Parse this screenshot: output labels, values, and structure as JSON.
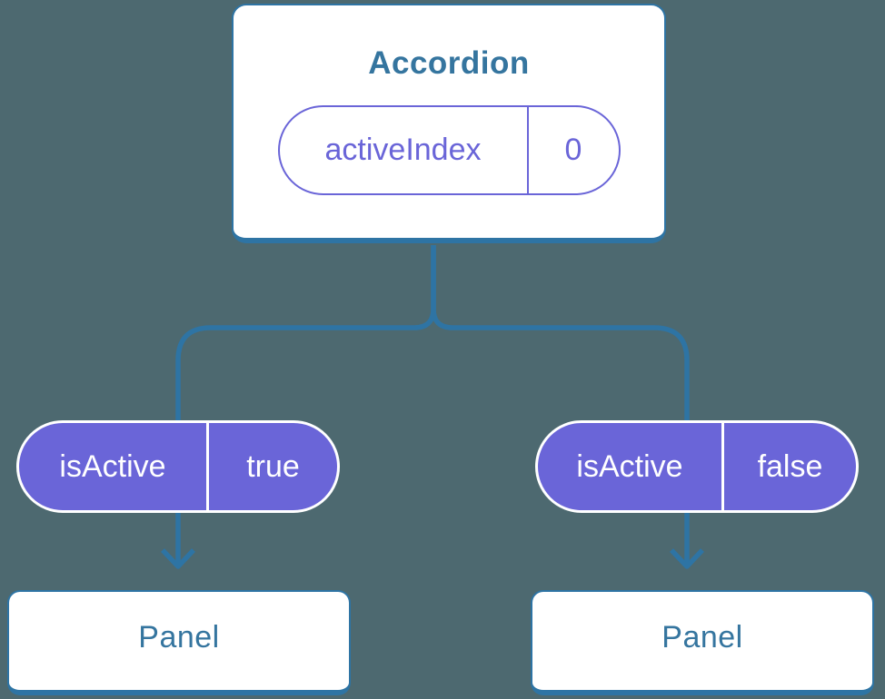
{
  "diagram": {
    "description": "Component tree showing state lifted to Accordion and passed down as props to two Panels",
    "root": {
      "title": "Accordion",
      "state_pill": {
        "name": "activeIndex",
        "value": "0"
      }
    },
    "branches": [
      {
        "prop_pill": {
          "name": "isActive",
          "value": "true"
        },
        "panel": {
          "title": "Panel"
        }
      },
      {
        "prop_pill": {
          "name": "isActive",
          "value": "false"
        },
        "panel": {
          "title": "Panel"
        }
      }
    ],
    "colors": {
      "background": "#4D6970",
      "connector_blue": "#2E74A4",
      "heading_blue": "#35759F",
      "purple": "#6A65D8",
      "card_background": "#FFFFFF",
      "pill_text_on_purple": "#FFFFFF"
    }
  }
}
